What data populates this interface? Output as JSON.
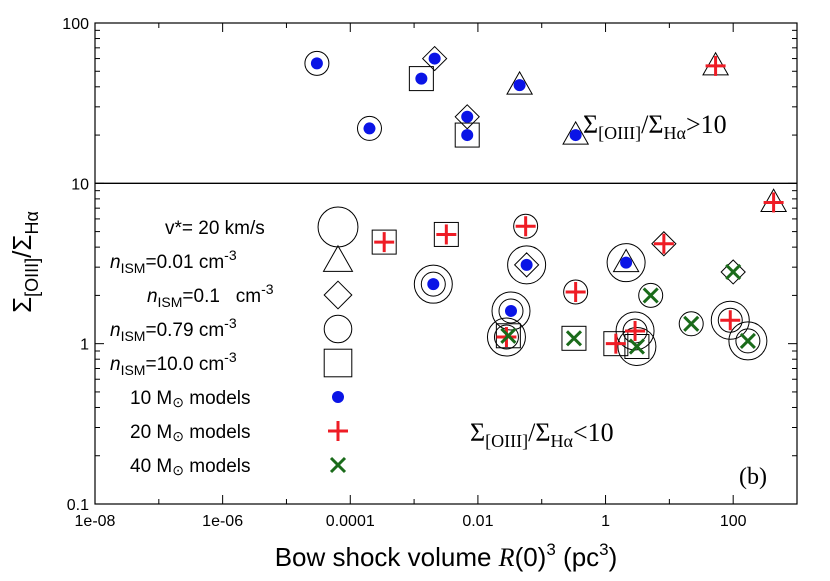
{
  "chart_data": {
    "type": "scatter",
    "panel_label": "(b)",
    "xlabel": {
      "prefix": "Bow shock volume ",
      "italic": "R",
      "mid": "(0)",
      "sup": "3",
      "suffix": " (pc",
      "sup2": "3",
      "close": ")"
    },
    "ylabel": {
      "sym1": "Σ",
      "sub1": "[OIII]",
      "slash": "/",
      "sym2": "Σ",
      "sub2": "Hα"
    },
    "x_scale": "log",
    "y_scale": "log",
    "xlim": [
      1e-08,
      1000
    ],
    "ylim": [
      0.1,
      100
    ],
    "x_ticks": [
      {
        "value": 1e-08,
        "label": "1e-08"
      },
      {
        "value": 1e-06,
        "label": "1e-06"
      },
      {
        "value": 0.0001,
        "label": "0.0001"
      },
      {
        "value": 0.01,
        "label": "0.01"
      },
      {
        "value": 1,
        "label": "1"
      },
      {
        "value": 100,
        "label": "100"
      }
    ],
    "y_ticks": [
      {
        "value": 0.1,
        "label": "0.1"
      },
      {
        "value": 1,
        "label": "1"
      },
      {
        "value": 10,
        "label": "10"
      },
      {
        "value": 100,
        "label": "100"
      }
    ],
    "reference_line": {
      "y": 10
    },
    "annotations": [
      {
        "id": "upper",
        "sym1": "Σ",
        "sub1": "[OIII]",
        "slash": "/",
        "sym2": "Σ",
        "sub2": "Hα",
        "tail": ">10",
        "x": 8,
        "y": 23
      },
      {
        "id": "lower",
        "sym1": "Σ",
        "sub1": "[OIII]",
        "slash": "/",
        "sym2": "Σ",
        "sub2": "Hα",
        "tail": "<10",
        "x": 0.18,
        "y": 0.28
      }
    ],
    "legend": {
      "placement": "left-middle",
      "shape_items": [
        {
          "label": "v*= 20 km/s",
          "shape": "big-circle"
        },
        {
          "label_italic": "n",
          "label_sub": "ISM",
          "label_rest": "=0.01 cm",
          "label_sup": "-3",
          "shape": "triangle"
        },
        {
          "label_italic": "n",
          "label_sub": "ISM",
          "label_rest": "=0.1   cm",
          "label_sup": "-3",
          "shape": "diamond"
        },
        {
          "label_italic": "n",
          "label_sub": "ISM",
          "label_rest": "=0.79 cm",
          "label_sup": "-3",
          "shape": "circle"
        },
        {
          "label_italic": "n",
          "label_sub": "ISM",
          "label_rest": "=10.0 cm",
          "label_sup": "-3",
          "shape": "square"
        }
      ],
      "marker_items": [
        {
          "label_pre": "10 M",
          "label_sun": "⊙",
          "label_post": " models",
          "marker": "dot",
          "color": "#0a14e6"
        },
        {
          "label_pre": "20 M",
          "label_sun": "⊙",
          "label_post": " models",
          "marker": "plus",
          "color": "#ee1c25"
        },
        {
          "label_pre": "40 M",
          "label_sun": "⊙",
          "label_post": " models",
          "marker": "cross",
          "color": "#1a6b1a"
        }
      ]
    },
    "series": [
      {
        "name": "10 M⊙ models",
        "marker": "dot",
        "color": "#0a14e6",
        "points": [
          {
            "x": 3e-05,
            "y": 56,
            "frames": [
              "circle"
            ]
          },
          {
            "x": 0.0013,
            "y": 45,
            "frames": [
              "square"
            ]
          },
          {
            "x": 0.0021,
            "y": 60,
            "frames": [
              "diamond"
            ]
          },
          {
            "x": 0.0002,
            "y": 22,
            "frames": [
              "circle"
            ]
          },
          {
            "x": 0.0068,
            "y": 26,
            "frames": [
              "diamond"
            ]
          },
          {
            "x": 0.0068,
            "y": 20,
            "frames": [
              "square"
            ]
          },
          {
            "x": 0.045,
            "y": 41,
            "frames": [
              "triangle"
            ]
          },
          {
            "x": 0.34,
            "y": 20,
            "frames": [
              "triangle"
            ]
          },
          {
            "x": 0.002,
            "y": 2.35,
            "frames": [
              "circle",
              "big-circle"
            ]
          },
          {
            "x": 0.033,
            "y": 1.6,
            "frames": [
              "circle",
              "big-circle"
            ]
          },
          {
            "x": 0.058,
            "y": 3.1,
            "frames": [
              "diamond",
              "big-circle"
            ]
          },
          {
            "x": 2.1,
            "y": 3.2,
            "frames": [
              "triangle",
              "big-circle"
            ]
          }
        ]
      },
      {
        "name": "20 M⊙ models",
        "marker": "plus",
        "color": "#ee1c25",
        "points": [
          {
            "x": 53,
            "y": 54,
            "frames": [
              "triangle"
            ]
          },
          {
            "x": 430,
            "y": 7.6,
            "frames": [
              "triangle"
            ]
          },
          {
            "x": 0.00034,
            "y": 4.3,
            "frames": [
              "square"
            ]
          },
          {
            "x": 0.0032,
            "y": 4.8,
            "frames": [
              "square"
            ]
          },
          {
            "x": 0.056,
            "y": 5.4,
            "frames": [
              "circle"
            ]
          },
          {
            "x": 0.34,
            "y": 2.1,
            "frames": [
              "circle"
            ]
          },
          {
            "x": 8.2,
            "y": 4.2,
            "frames": [
              "diamond"
            ]
          },
          {
            "x": 1.45,
            "y": 1.0,
            "frames": [
              "square"
            ]
          },
          {
            "x": 2.9,
            "y": 1.2,
            "frames": [
              "circle",
              "big-circle"
            ]
          },
          {
            "x": 0.028,
            "y": 1.1,
            "frames": [
              "circle",
              "big-circle"
            ]
          },
          {
            "x": 90,
            "y": 1.4,
            "frames": [
              "circle",
              "big-circle"
            ]
          }
        ]
      },
      {
        "name": "40 M⊙ models",
        "marker": "cross",
        "color": "#1a6b1a",
        "points": [
          {
            "x": 0.03,
            "y": 1.12,
            "frames": [
              "square"
            ]
          },
          {
            "x": 0.32,
            "y": 1.08,
            "frames": [
              "square"
            ]
          },
          {
            "x": 5.1,
            "y": 2.0,
            "frames": [
              "circle"
            ]
          },
          {
            "x": 3.1,
            "y": 0.96,
            "frames": [
              "square",
              "big-circle"
            ]
          },
          {
            "x": 22,
            "y": 1.33,
            "frames": [
              "circle"
            ]
          },
          {
            "x": 100,
            "y": 2.8,
            "frames": [
              "diamond"
            ]
          },
          {
            "x": 170,
            "y": 1.04,
            "frames": [
              "circle",
              "big-circle"
            ]
          }
        ]
      }
    ]
  }
}
